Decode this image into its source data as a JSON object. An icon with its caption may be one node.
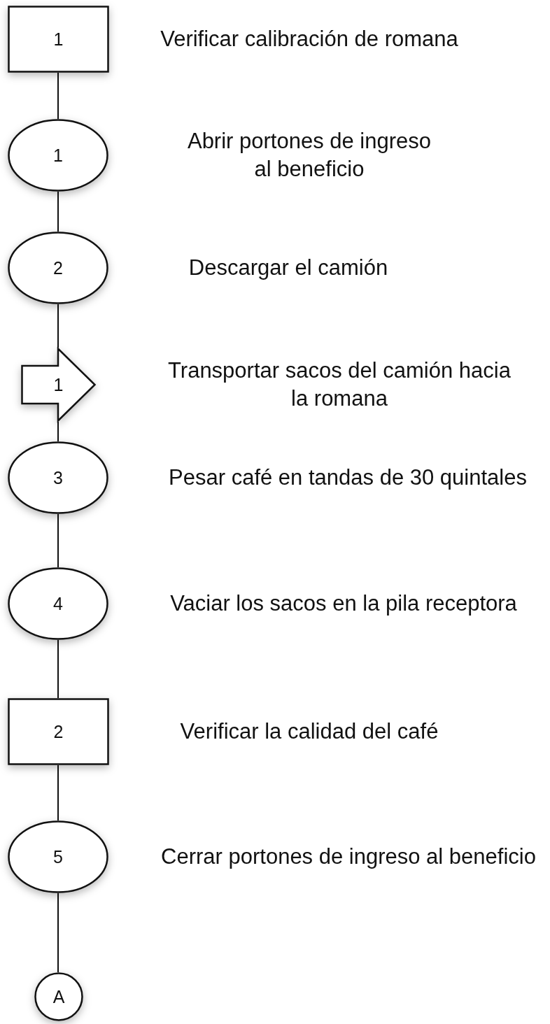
{
  "diagram": {
    "nodes": [
      {
        "text": [
          "1"
        ],
        "beside": [
          "Verificar calibración de romana"
        ]
      },
      {
        "text": [
          "1"
        ],
        "beside": [
          "Abrir portones de ingreso al beneficio"
        ]
      },
      {
        "text": [
          "2"
        ],
        "beside": [
          "Descargar el camión"
        ]
      },
      {
        "text": [
          "1"
        ],
        "beside": [
          "Transportar sacos del camión hacia la romana"
        ]
      },
      {
        "text": [
          "3"
        ],
        "beside": [
          "Pesar café en tandas de 30 quintales"
        ]
      },
      {
        "text": [
          "4"
        ],
        "beside": [
          "Vaciar los sacos en la pila receptora"
        ]
      },
      {
        "text": [
          "2"
        ],
        "beside": [
          "Verificar la calidad del café"
        ]
      },
      {
        "text": [
          "5"
        ],
        "beside": [
          "Cerrar portones de ingreso al beneficio"
        ]
      },
      {
        "text": [
          "A"
        ]
      }
    ],
    "edges": [
      {
        "from": 0,
        "to": 1,
        "arrow": "none"
      },
      {
        "from": 1,
        "to": 2,
        "arrow": "none"
      },
      {
        "from": 2,
        "to": 3,
        "arrow": "none"
      },
      {
        "from": 3,
        "to": 4,
        "arrow": "none"
      },
      {
        "from": 4,
        "to": 5,
        "arrow": "none"
      },
      {
        "from": 5,
        "to": 6,
        "arrow": "none"
      },
      {
        "from": 6,
        "to": 7,
        "arrow": "none"
      },
      {
        "from": 7,
        "to": 8,
        "arrow": "none"
      }
    ]
  }
}
